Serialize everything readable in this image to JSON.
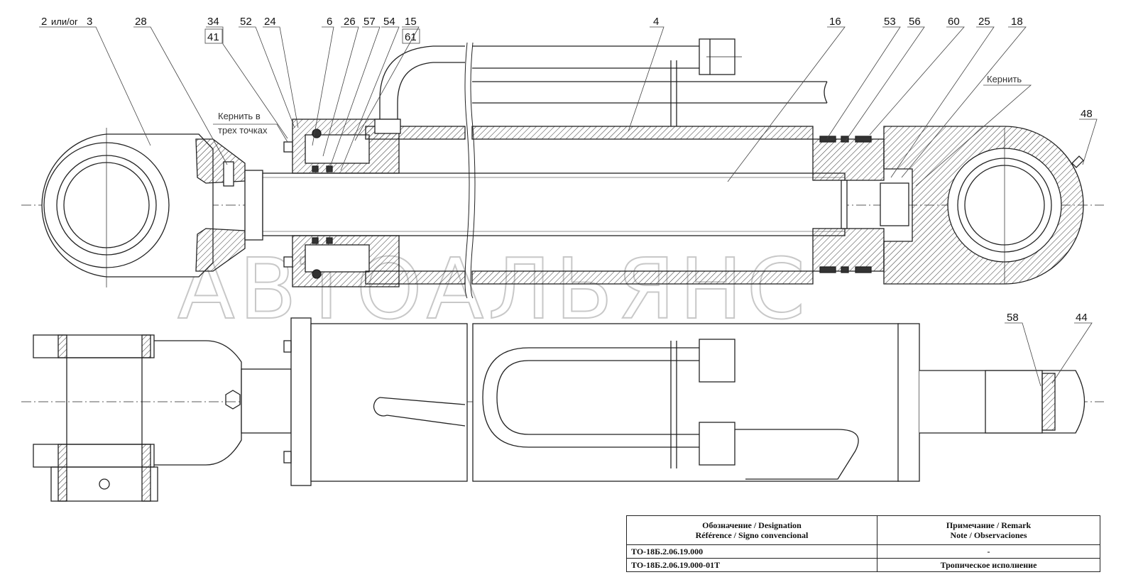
{
  "watermark": "АВТОАЛЬЯНС",
  "callouts": [
    {
      "id": "c2",
      "text": "2"
    },
    {
      "id": "c2or",
      "text": "или/or"
    },
    {
      "id": "c3",
      "text": "3"
    },
    {
      "id": "c28",
      "text": "28"
    },
    {
      "id": "c34",
      "text": "34"
    },
    {
      "id": "c41",
      "text": "41"
    },
    {
      "id": "c52",
      "text": "52"
    },
    {
      "id": "c24",
      "text": "24"
    },
    {
      "id": "c6",
      "text": "6"
    },
    {
      "id": "c26",
      "text": "26"
    },
    {
      "id": "c57",
      "text": "57"
    },
    {
      "id": "c54",
      "text": "54"
    },
    {
      "id": "c15",
      "text": "15"
    },
    {
      "id": "c61",
      "text": "61"
    },
    {
      "id": "c4",
      "text": "4"
    },
    {
      "id": "c16",
      "text": "16"
    },
    {
      "id": "c53",
      "text": "53"
    },
    {
      "id": "c56",
      "text": "56"
    },
    {
      "id": "c60",
      "text": "60"
    },
    {
      "id": "c25",
      "text": "25"
    },
    {
      "id": "c18",
      "text": "18"
    },
    {
      "id": "c48",
      "text": "48"
    },
    {
      "id": "c58",
      "text": "58"
    },
    {
      "id": "c44",
      "text": "44"
    }
  ],
  "notes": {
    "punch_three_line1": "Кернить в",
    "punch_three_line2": "трех точках",
    "punch": "Кернить"
  },
  "table": {
    "header_designation_1": "Обозначение / Designation",
    "header_designation_2": "Référence / Signo convencional",
    "header_remark_1": "Примечание / Remark",
    "header_remark_2": "Note / Observaciones",
    "rows": [
      {
        "designation": "ТО-18Б.2.06.19.000",
        "remark": "-"
      },
      {
        "designation": "ТО-18Б.2.06.19.000-01Т",
        "remark": "Тропическое исполнение"
      }
    ]
  }
}
